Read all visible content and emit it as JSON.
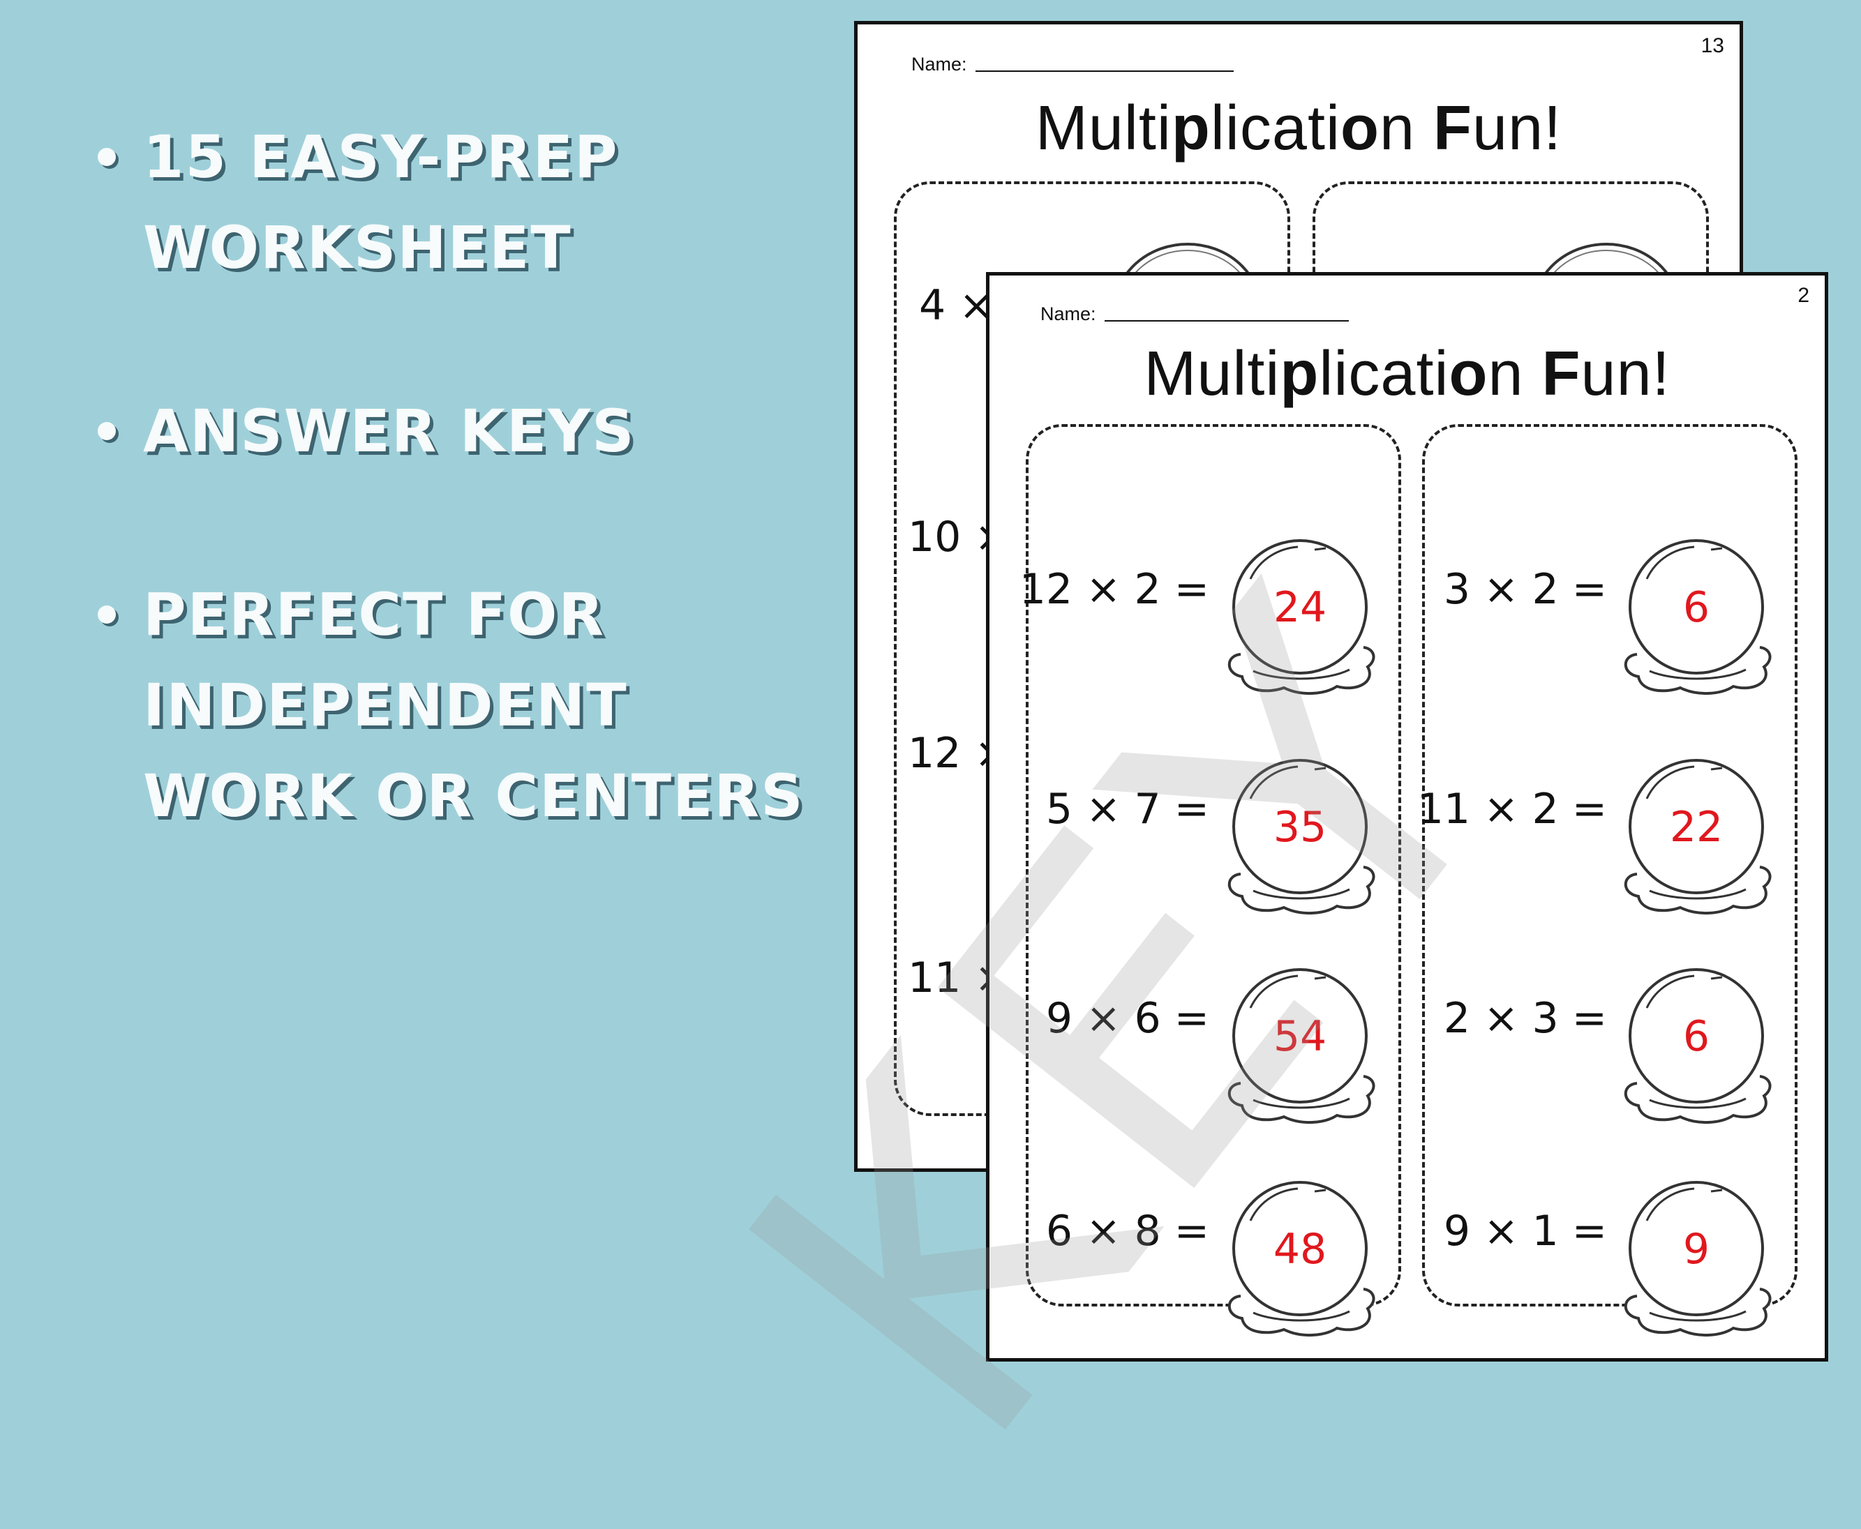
{
  "bullets": [
    "15 easy-prep worksheet",
    "Answer keys",
    "Perfect for independent work or centers"
  ],
  "back_sheet": {
    "page_number": "13",
    "name_label": "Name:",
    "title": "Multiplication Fun!",
    "visible_problems": [
      "4 ×",
      "10 ×",
      "12 ×",
      "11 ×"
    ]
  },
  "front_sheet": {
    "page_number": "2",
    "name_label": "Name:",
    "title": "Multiplication Fun!",
    "watermark": "KEY",
    "left_column": [
      {
        "problem": "12 × 2 =",
        "answer": "24"
      },
      {
        "problem": "5 × 7 =",
        "answer": "35"
      },
      {
        "problem": "9 × 6 =",
        "answer": "54"
      },
      {
        "problem": "6 × 8 =",
        "answer": "48"
      }
    ],
    "right_column": [
      {
        "problem": "3 × 2 =",
        "answer": "6"
      },
      {
        "problem": "11 × 2 =",
        "answer": "22"
      },
      {
        "problem": "2 × 3 =",
        "answer": "6"
      },
      {
        "problem": "9 × 1 =",
        "answer": "9"
      }
    ]
  },
  "colors": {
    "background": "#9fd0da",
    "heading_text": "#f7fbfc",
    "answer_red": "#e0181e"
  }
}
